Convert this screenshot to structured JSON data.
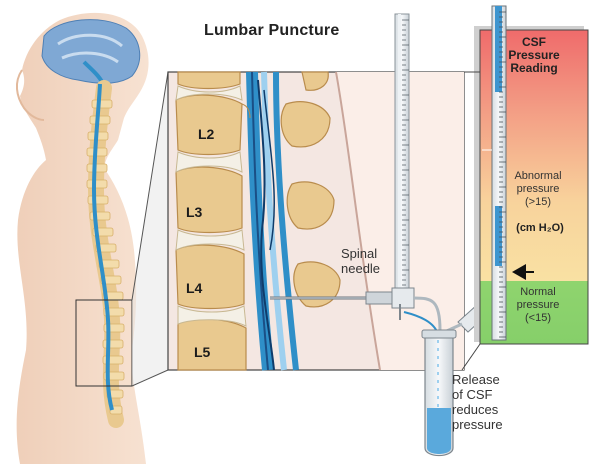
{
  "title": "Lumbar Puncture",
  "vertebrae": [
    "L2",
    "L3",
    "L4",
    "L5"
  ],
  "needle_label": [
    "Spinal",
    "needle"
  ],
  "release_label": [
    "Release",
    "of CSF",
    "reduces",
    "pressure"
  ],
  "pressure_panel": {
    "heading": [
      "CSF",
      "Pressure",
      "Reading"
    ],
    "abnormal": [
      "Abnormal",
      "pressure",
      "(>15)"
    ],
    "unit": "(cm H₂O)",
    "normal": [
      "Normal",
      "pressure",
      "(<15)"
    ]
  },
  "colors": {
    "csf_blue": "#2f8fc8",
    "bone": "#e9c98f",
    "skin": "#f3d8c4",
    "abnormal_zone": "#f6c08a",
    "high_zone": "#ef6b6b",
    "normal_zone": "#86cf6a"
  },
  "icons": [
    "manometer-icon",
    "pointer-arrow-icon",
    "collection-tube-icon"
  ]
}
